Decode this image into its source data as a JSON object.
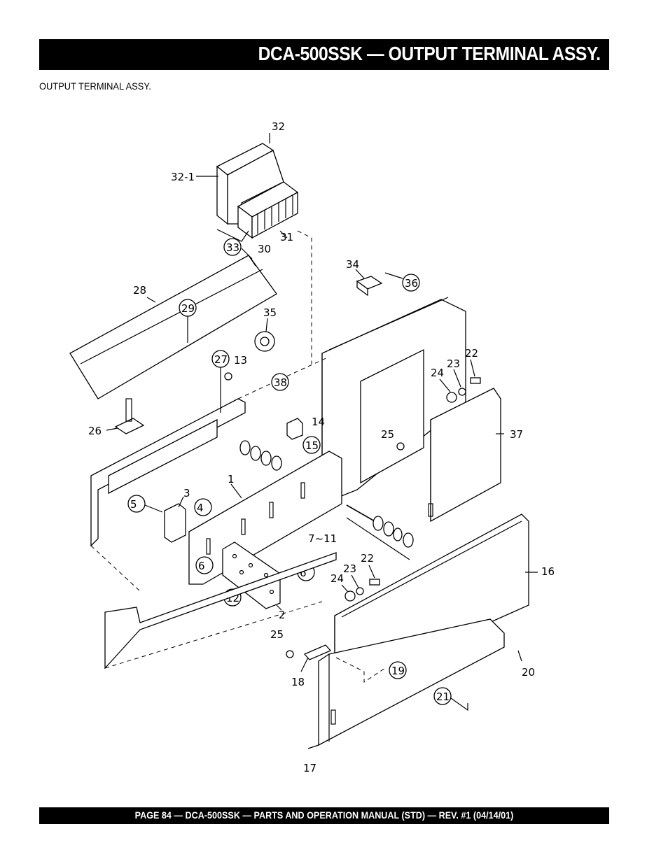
{
  "header": {
    "title": "DCA-500SSK — OUTPUT TERMINAL ASSY."
  },
  "subtitle": "OUTPUT TERMINAL ASSY.",
  "footer": {
    "text": "PAGE 84 — DCA-500SSK — PARTS AND OPERATION MANUAL (STD) — REV. #1  (04/14/01)"
  },
  "callouts": {
    "c32": "32",
    "c32_1": "32-1",
    "c33": "33",
    "c30": "30",
    "c31": "31",
    "c28": "28",
    "c29": "29",
    "c34": "34",
    "c36": "36",
    "c35": "35",
    "c27": "27",
    "c13": "13",
    "c38": "38",
    "c26": "26",
    "c14": "14",
    "c15": "15",
    "c22a": "22",
    "c23a": "23",
    "c24a": "24",
    "c25a": "25",
    "c37": "37",
    "c5": "5",
    "c3": "3",
    "c4": "4",
    "c1": "1",
    "c7_11": "7~11",
    "c6a": "6",
    "c6b": "6",
    "c12": "12",
    "c2": "2",
    "c23b": "23",
    "c22b": "22",
    "c24b": "24",
    "c16": "16",
    "c25b": "25",
    "c18": "18",
    "c19": "19",
    "c20": "20",
    "c21": "21",
    "c17": "17"
  }
}
